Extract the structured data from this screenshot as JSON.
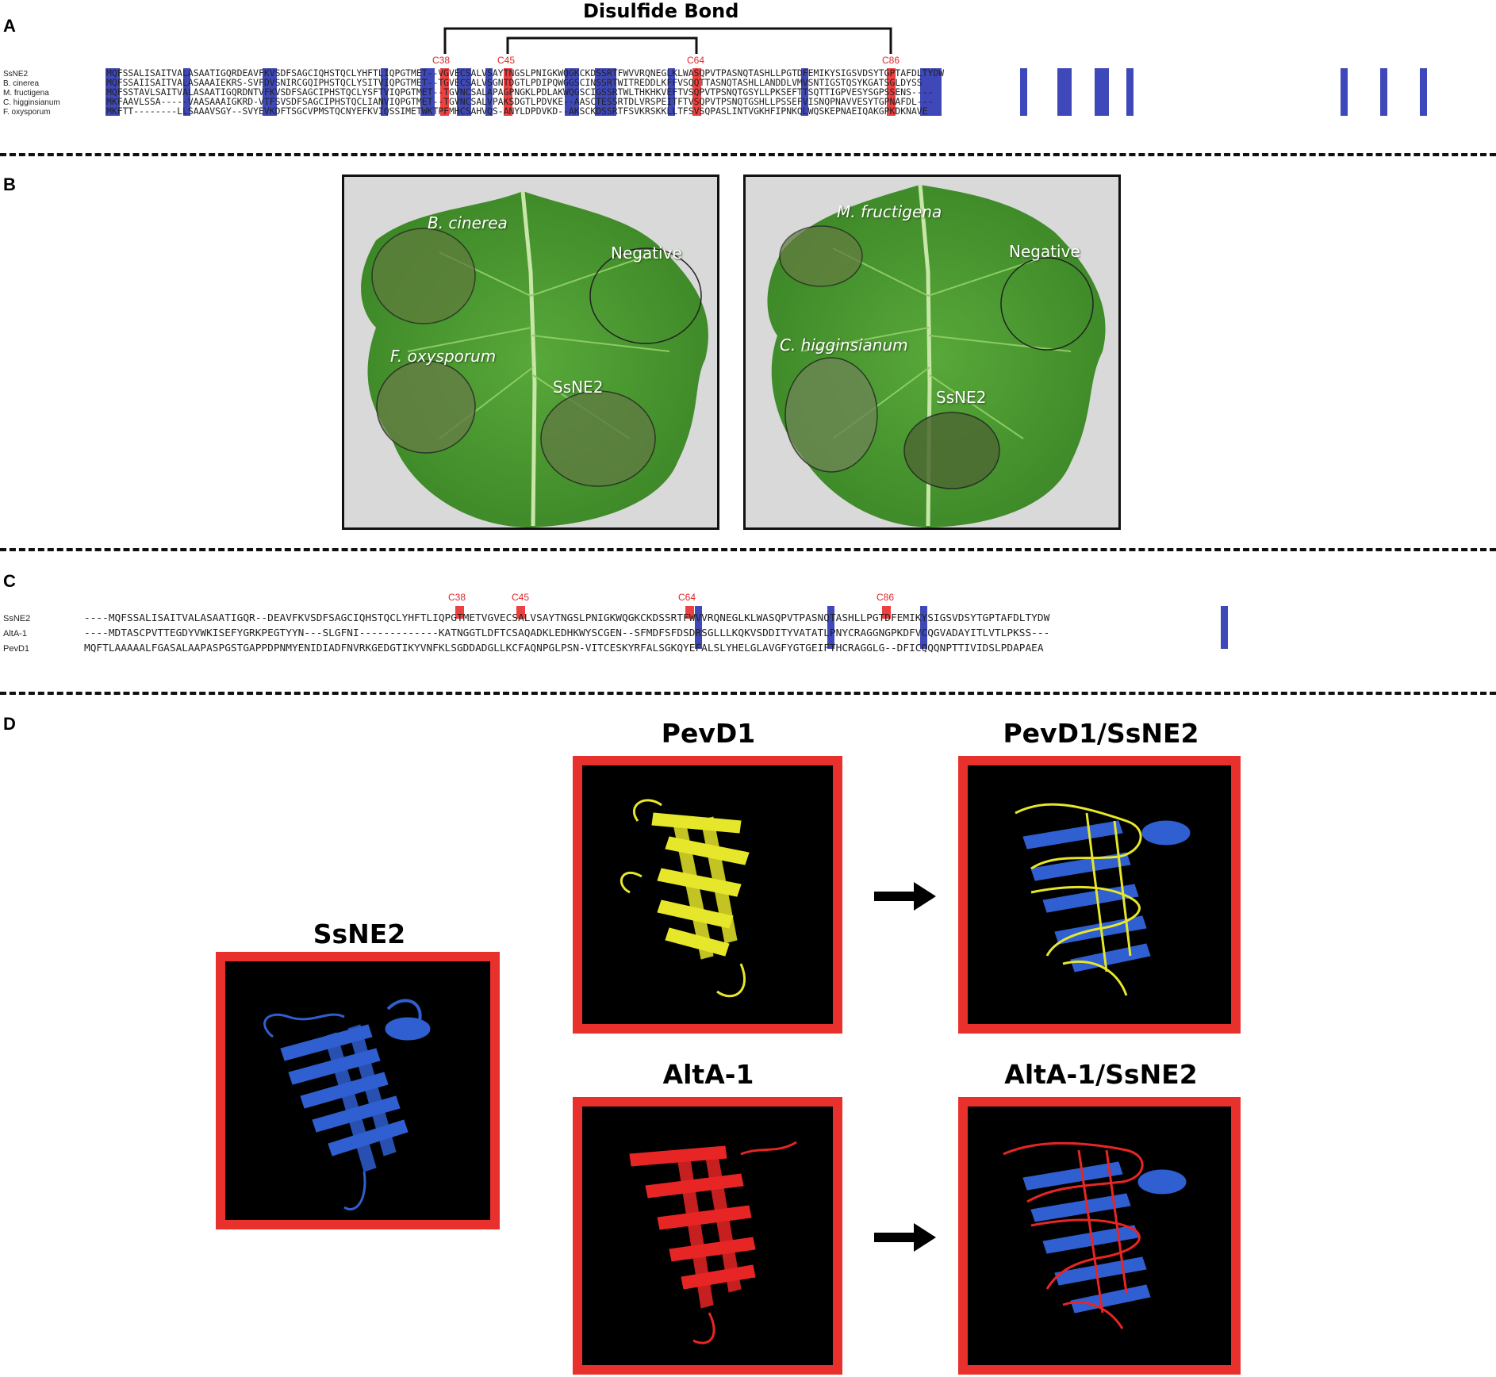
{
  "panels": {
    "A": "A",
    "B": "B",
    "C": "C",
    "D": "D"
  },
  "panelA": {
    "bond_title": "Disulfide Bond",
    "cys_labels": [
      "C38",
      "C45",
      "C64",
      "C86"
    ],
    "rows": [
      {
        "name": "SsNE2",
        "seq": "MQFSSALISAITVALASAATIGQRDEAVFKVSDFSAGCIQHSTQCLYHFTLIQPGTMET--VGVECSALVSAYTNGSLPNIGKWQGKCKDSSRTFWVVRQNEGLKLWASQPVTPASNQTASHLLPGTDFEMIKYSIGSVDSYTGPTAFDLTYDW"
      },
      {
        "name": "B. cinerea",
        "seq": "MQFSSAIISAITVALASAAAIEKRS-SVFDVSNIRCGQIPHSTQCLYSITVIQPGTMET--TGVECSALVSGNTDGTLPDIPQWGGSCINSSRTWITREDDLKFFVSQQTTASNQTASHLLANDDLVMVSNTIGSTQSYKGATSGLDYSS"
      },
      {
        "name": "M. fructigena",
        "seq": "MQFSSTAVLSAITVALASAATIGQRDNTVFKVSDFSAGCIPHSTQCLYSFTVIQPGTMET--TGVNCSALAPAGPNGKLPDLAKWQGSCIGSSRTWLTHKHKVEFTVSQPVTPSNQTGSYLLPKSEFTTSQTTIGPVESYSGPSSENS----"
      },
      {
        "name": "C. higginsianum",
        "seq": "MKFAAVLSSA-----VAASAAAIGKRD-VTFSVSDFSAGCIPHSTQCLIANVIQPGTMET--TGVNCSALVPAKSDGTLPDVKE--AASCTESSRTDLVRSPEITFTVSQPVTPSNQTGSHLLPSSEFVISNQPNAVVESYTGPNAFDL---"
      },
      {
        "name": "F. oxysporum",
        "seq": "MKFTT--------LLSAAAVSGY--SVYEVKDFTSGCVPMSTQCNYEFKVIQSSIMETWKTPFMHCSAHVQS-ANYLDPDVKD--AKSCKDSSRTFSVKRSKKLLTFSVSQPASLINTVGKHFIPNKQLWQSKEPNAEIQAKGPKDKNAVE"
      }
    ]
  },
  "panelB": {
    "left_labels": [
      "B. cinerea",
      "Negative",
      "F. oxysporum",
      "SsNE2"
    ],
    "right_labels": [
      "M. fructigena",
      "Negative",
      "C. higginsianum",
      "SsNE2"
    ]
  },
  "panelC": {
    "cys_labels": [
      "C38",
      "C45",
      "C64",
      "C86"
    ],
    "rows": [
      {
        "name": "SsNE2",
        "seq": "----MQFSSALISAITVALASAATIGQR--DEAVFKVSDFSAGCIQHSTQCLYHFTLIQPGTMETVGVECSALVSAYTNGSLPNIGKWQGKCKDSSRTFWVVRQNEGLKLWASQPVTPASNQTASHLLPGTDFEMIKYSIGSVDSYTGPTAFDLTYDW"
      },
      {
        "name": "AltA-1",
        "seq": "----MDTASCPVTTEGDYVWKISEFYGRKPEGTYYN---SLGFNI-------------KATNGGTLDFTCSAQADKLEDHKWYSCGEN--SFMDFSFDSDRSGLLLKQKVSDDITYVATATLPNYCRAGGNGPKDFVCQGVADAYITLVTLPKSS---"
      },
      {
        "name": "PevD1",
        "seq": "MQFTLAAAAALFGASALAAPASPGSTGAPPDPNMYENIDIADFNVRKGEDGTIKYVNFKLSGDDADGLLKCFAQNPGLPSN-VITCESKYRFALSGKQYEFALSLYHELGLAVGFYGTGEIFTHCRAGGLG--DFICQQQNPTTIVIDSLPDAPAEA"
      }
    ]
  },
  "panelD": {
    "titles": {
      "ssne2": "SsNE2",
      "pevd1": "PevD1",
      "pevd1_ssne2": "PevD1/SsNE2",
      "alta1": "AltA-1",
      "alta1_ssne2": "AltA-1/SsNE2"
    },
    "colors": {
      "frame": "#e8302d",
      "ssne2": "#2f5fd0",
      "pevd1": "#e6e62a",
      "alta1": "#e82525"
    }
  }
}
